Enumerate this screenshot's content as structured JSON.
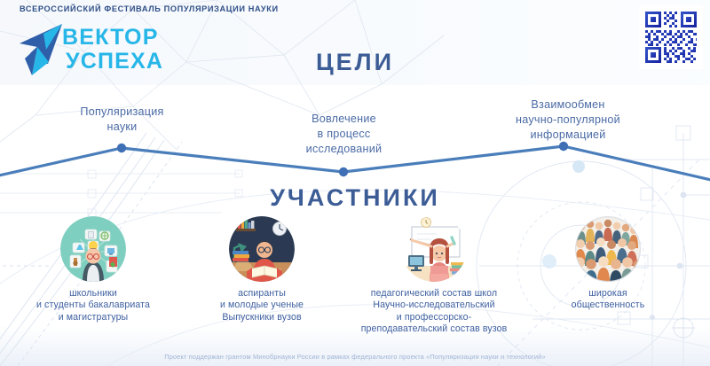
{
  "header": {
    "festival_title": "ВСЕРОССИЙСКИЙ ФЕСТИВАЛЬ ПОПУЛЯРИЗАЦИИ НАУКИ",
    "logo_line1": "ВЕКТОР",
    "logo_line2": "УСПЕХА",
    "logo_mark_icon": "arrow-star-icon",
    "qr_icon": "qr-code-icon"
  },
  "goals": {
    "title": "ЦЕЛИ",
    "items": [
      {
        "label": "Популяризация\nнауки"
      },
      {
        "label": "Вовлечение\nв процесс\nисследований"
      },
      {
        "label": "Взаимообмен\nнаучно-популярной\nинформацией"
      }
    ]
  },
  "participants": {
    "title": "УЧАСТНИКИ",
    "items": [
      {
        "label": "школьники\nи студенты бакалавриата\nи магистратуры",
        "icon": "schoolchild-with-science-icons-image"
      },
      {
        "label": "аспиранты\nи молодые ученые\nВыпускники вузов",
        "icon": "student-reading-at-desk-image"
      },
      {
        "label": "педагогический состав школ\nНаучно-исследовательский\nи профессорско-\nпреподавательский состав вузов",
        "icon": "teacher-at-whiteboard-image"
      },
      {
        "label": "широкая\nобщественность",
        "icon": "crowd-of-people-image"
      }
    ]
  },
  "footer": {
    "text": "Проект поддержан грантом Минобрнауки России в рамках федерального проекта «Популяризация науки и технологий»"
  },
  "colors": {
    "title_blue": "#3c5c96",
    "label_blue": "#4a6aa5",
    "logo_cyan": "#27b6e8",
    "logo_navy": "#2f5fa8",
    "line_blue": "#4a7ebb",
    "footer_grey": "#9fb4d4"
  }
}
